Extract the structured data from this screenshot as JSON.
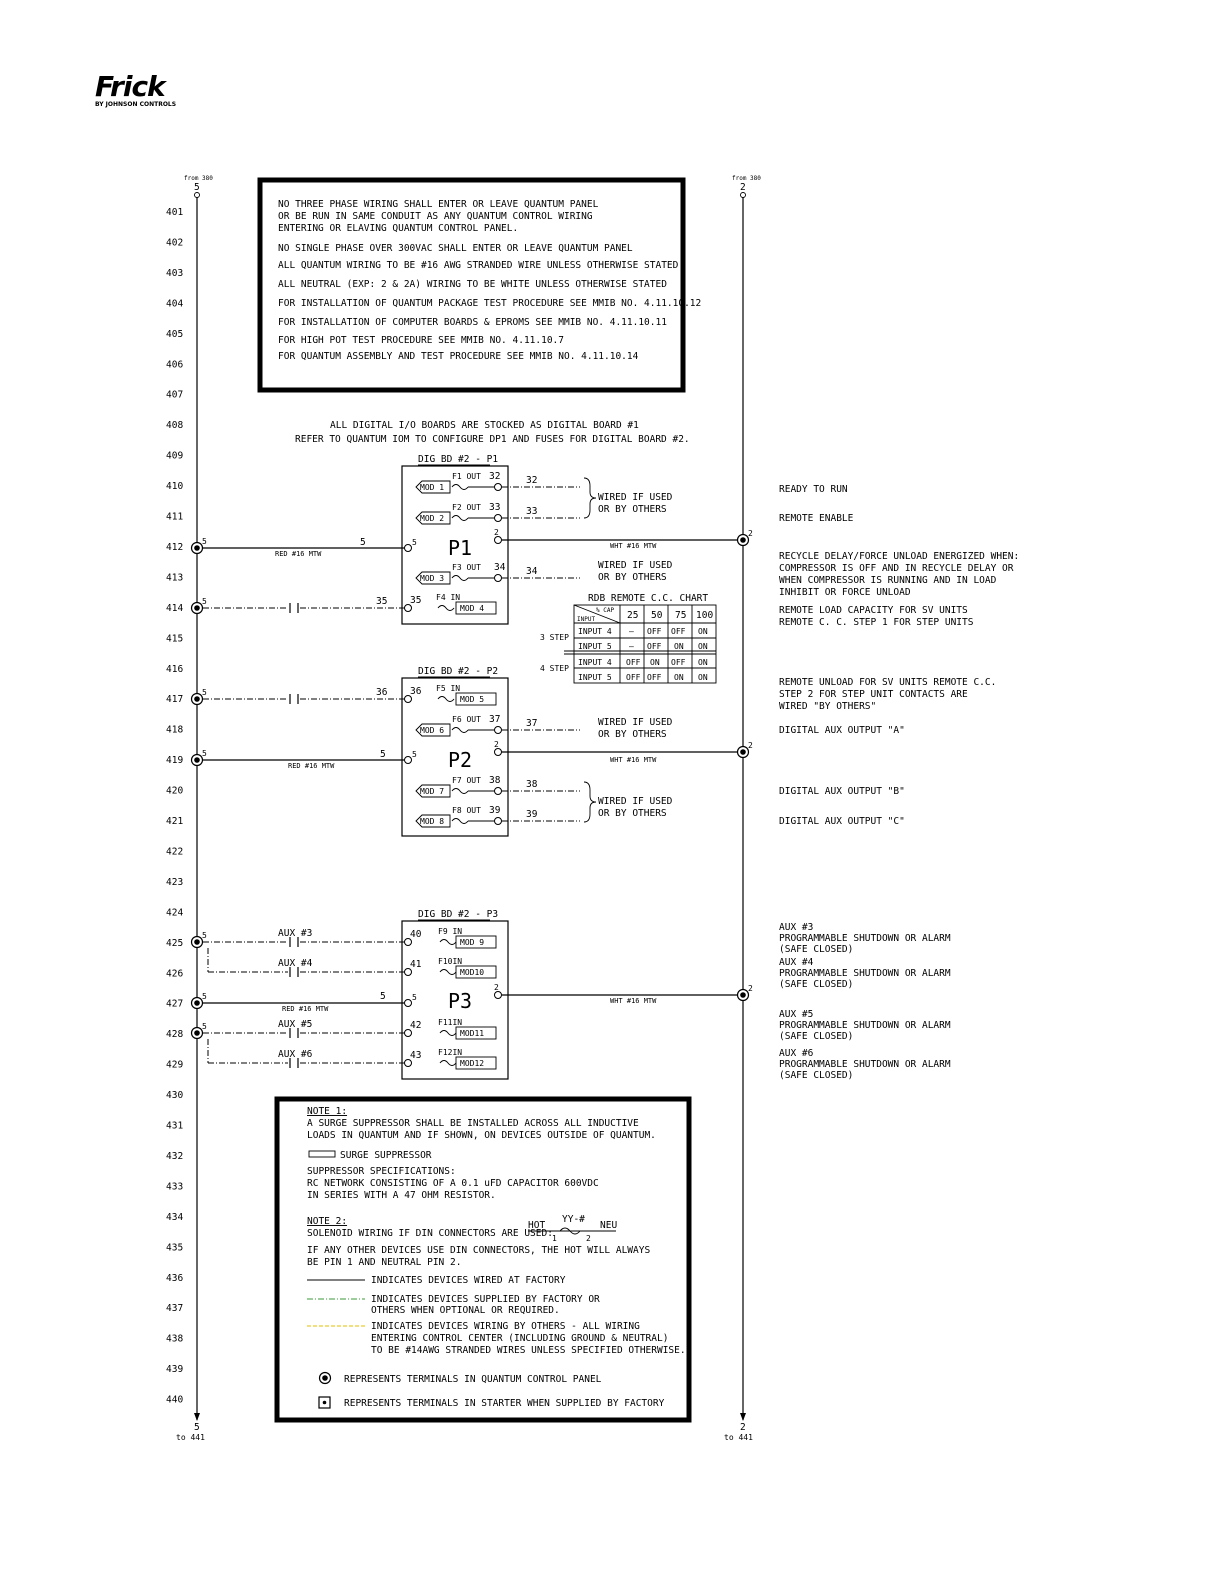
{
  "brand": {
    "logo": "Frick",
    "tagline": "BY JOHNSON CONTROLS"
  },
  "rails": {
    "left": {
      "from": "from 380",
      "top_num": "5",
      "bottom_num": "5",
      "bottom_to": "to 441"
    },
    "right": {
      "from": "from 380",
      "top_num": "2",
      "bottom_num": "2",
      "bottom_to": "to 441"
    }
  },
  "rows": [
    "401",
    "402",
    "403",
    "404",
    "405",
    "406",
    "407",
    "408",
    "409",
    "410",
    "411",
    "412",
    "413",
    "414",
    "415",
    "416",
    "417",
    "418",
    "419",
    "420",
    "421",
    "422",
    "423",
    "424",
    "425",
    "426",
    "427",
    "428",
    "429",
    "430",
    "431",
    "432",
    "433",
    "434",
    "435",
    "436",
    "437",
    "438",
    "439",
    "440"
  ],
  "notes_top": [
    "NO THREE PHASE WIRING SHALL ENTER OR LEAVE QUANTUM PANEL",
    "OR BE RUN IN SAME CONDUIT AS ANY QUANTUM CONTROL WIRING",
    "ENTERING OR ELAVING QUANTUM CONTROL PANEL.",
    "NO SINGLE PHASE OVER 300VAC SHALL ENTER OR LEAVE QUANTUM PANEL",
    "ALL QUANTUM WIRING TO BE #16 AWG STRANDED WIRE UNLESS OTHERWISE STATED",
    "ALL NEUTRAL (EXP: 2 & 2A) WIRING TO BE WHITE UNLESS OTHERWISE STATED",
    "FOR INSTALLATION OF QUANTUM PACKAGE TEST PROCEDURE SEE MMIB NO. 4.11.10.12",
    "FOR INSTALLATION OF COMPUTER BOARDS & EPROMS SEE MMIB NO. 4.11.10.11",
    "FOR HIGH POT TEST PROCEDURE SEE MMIB NO. 4.11.10.7",
    "FOR QUANTUM ASSEMBLY AND TEST PROCEDURE SEE MMIB NO. 4.11.10.14"
  ],
  "stock_note": [
    "ALL DIGITAL I/O BOARDS ARE STOCKED AS DIGITAL BOARD #1",
    "REFER TO QUANTUM IOM TO CONFIGURE DP1 AND FUSES FOR DIGITAL BOARD #2."
  ],
  "boards": {
    "p1": {
      "title": "DIG BD #2 - P1",
      "name": "P1"
    },
    "p2": {
      "title": "DIG BD #2 - P2",
      "name": "P2"
    },
    "p3": {
      "title": "DIG BD #2 - P3",
      "name": "P3"
    }
  },
  "mods": [
    "MOD 1",
    "MOD 2",
    "MOD 3",
    "MOD 4",
    "MOD 5",
    "MOD 6",
    "MOD 7",
    "MOD 8",
    "MOD 9",
    "MOD10",
    "MOD11",
    "MOD12"
  ],
  "fuses": [
    "F1 OUT",
    "F2 OUT",
    "F3 OUT",
    "F4 IN",
    "F5 IN",
    "F6 OUT",
    "F7 OUT",
    "F8 OUT",
    "F9 IN",
    "F10IN",
    "F11IN",
    "F12IN"
  ],
  "wires": {
    "w32": "32",
    "w33": "33",
    "w34": "34",
    "w35": "35",
    "w36": "36",
    "w37": "37",
    "w38": "38",
    "w39": "39",
    "w40": "40",
    "w41": "41",
    "w42": "42",
    "w43": "43",
    "w5": "5",
    "w2": "2"
  },
  "wire_labels": {
    "red": "RED #16 MTW",
    "wht": "WHT #16 MTW"
  },
  "wired_if_used": [
    "WIRED IF USED",
    "OR BY OTHERS"
  ],
  "aux": [
    "AUX #3",
    "AUX #4",
    "AUX #5",
    "AUX #6"
  ],
  "rdb_chart": {
    "title": "RDB REMOTE C.C. CHART",
    "corner_top": "% CAP",
    "corner_bottom": "INPUT",
    "columns": [
      "25",
      "50",
      "75",
      "100"
    ],
    "group_3step": "3 STEP",
    "group_4step": "4 STEP",
    "rows": [
      {
        "input": "INPUT 4",
        "vals": [
          "—",
          "OFF",
          "OFF",
          "ON"
        ]
      },
      {
        "input": "INPUT 5",
        "vals": [
          "—",
          "OFF",
          "ON",
          "ON"
        ]
      },
      {
        "input": "INPUT 4",
        "vals": [
          "OFF",
          "ON",
          "OFF",
          "ON"
        ]
      },
      {
        "input": "INPUT 5",
        "vals": [
          "OFF",
          "OFF",
          "ON",
          "ON"
        ]
      }
    ]
  },
  "descriptions": {
    "d410": "READY TO RUN",
    "d411": "REMOTE ENABLE",
    "d413": [
      "RECYCLE DELAY/FORCE UNLOAD ENERGIZED WHEN:",
      "COMPRESSOR IS OFF AND IN RECYCLE DELAY OR",
      "WHEN COMPRESSOR IS RUNNING AND IN LOAD",
      "INHIBIT OR FORCE UNLOAD"
    ],
    "d414": [
      "REMOTE LOAD CAPACITY FOR SV UNITS",
      "REMOTE C. C. STEP 1 FOR STEP UNITS"
    ],
    "d417": [
      "REMOTE UNLOAD FOR SV UNITS REMOTE C.C.",
      "STEP 2 FOR STEP UNIT CONTACTS ARE",
      "WIRED \"BY OTHERS\""
    ],
    "d418": "DIGITAL AUX OUTPUT \"A\"",
    "d420": "DIGITAL AUX OUTPUT \"B\"",
    "d421": "DIGITAL AUX OUTPUT \"C\"",
    "aux3": [
      "AUX #3",
      "PROGRAMMABLE SHUTDOWN OR ALARM",
      "(SAFE CLOSED)"
    ],
    "aux4": [
      "AUX #4",
      "PROGRAMMABLE SHUTDOWN OR ALARM",
      "(SAFE CLOSED)"
    ],
    "aux5": [
      "AUX #5",
      "PROGRAMMABLE SHUTDOWN OR ALARM",
      "(SAFE CLOSED)"
    ],
    "aux6": [
      "AUX #6",
      "PROGRAMMABLE SHUTDOWN OR ALARM",
      "(SAFE CLOSED)"
    ]
  },
  "notes_bottom": {
    "note1_title": "NOTE 1:",
    "note1": [
      "A SURGE SUPPRESSOR SHALL BE INSTALLED ACROSS ALL INDUCTIVE",
      "LOADS IN QUANTUM AND IF SHOWN, ON DEVICES OUTSIDE OF QUANTUM."
    ],
    "surge": "SURGE SUPPRESSOR",
    "spec": [
      "SUPPRESSOR SPECIFICATIONS:",
      "RC NETWORK CONSISTING OF A 0.1 uFD CAPACITOR 600VDC",
      "IN SERIES WITH A 47 OHM RESISTOR."
    ],
    "note2_title": "NOTE 2:",
    "note2": "SOLENOID WIRING IF DIN CONNECTORS ARE USED:",
    "hot": "HOT",
    "neu": "NEU",
    "yy": "YY-#",
    "pin1": "1",
    "pin2": "2",
    "din": [
      "IF ANY OTHER DEVICES USE DIN CONNECTORS, THE HOT WILL ALWAYS",
      "BE PIN 1 AND NEUTRAL PIN 2."
    ],
    "leg_factory": "INDICATES DEVICES WIRED AT FACTORY",
    "leg_optional": [
      "INDICATES DEVICES SUPPLIED BY FACTORY OR",
      "OTHERS WHEN OPTIONAL OR REQUIRED."
    ],
    "leg_others": [
      "INDICATES DEVICES WIRING BY OTHERS - ALL WIRING",
      "ENTERING CONTROL CENTER (INCLUDING GROUND & NEUTRAL)",
      "TO BE #14AWG STRANDED WIRES UNLESS SPECIFIED OTHERWISE."
    ],
    "leg_quantum": "REPRESENTS TERMINALS IN QUANTUM CONTROL PANEL",
    "leg_starter": "REPRESENTS TERMINALS IN STARTER WHEN SUPPLIED BY FACTORY"
  },
  "colors": {
    "optional_line": "#3b9b3b",
    "others_line": "#e0c000"
  }
}
